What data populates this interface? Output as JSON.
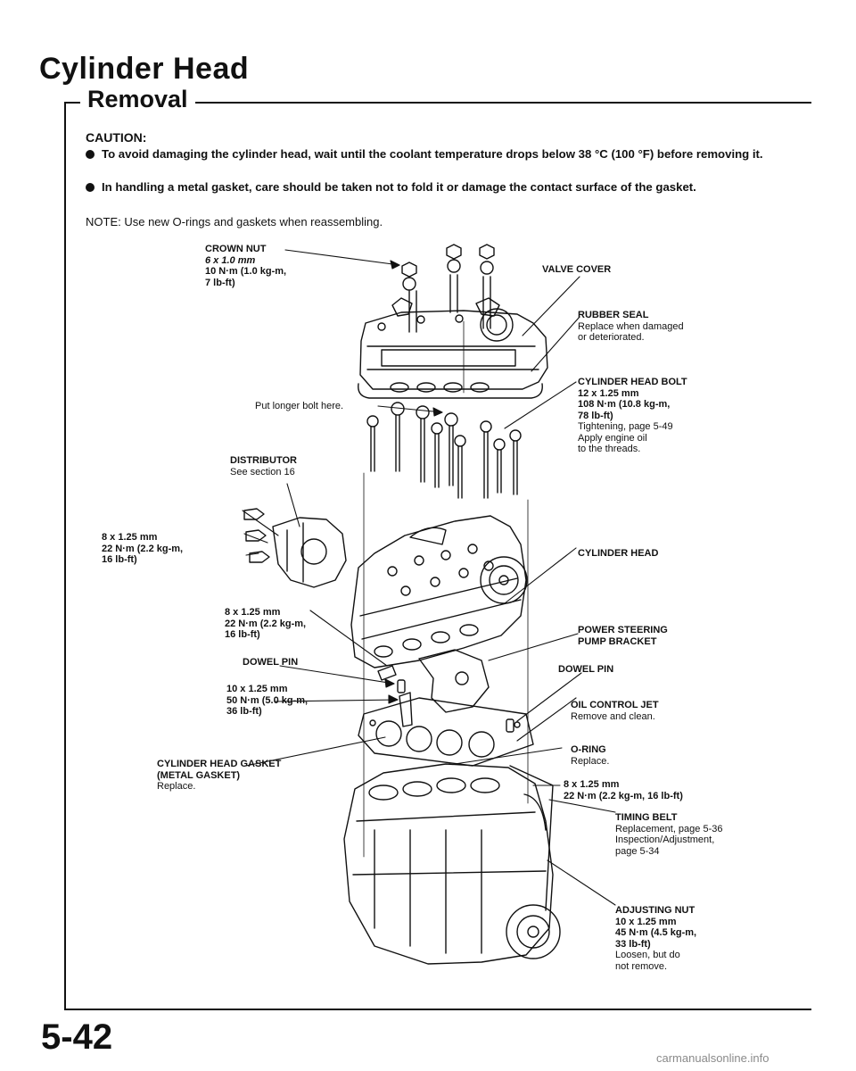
{
  "header": {
    "title": "Cylinder Head",
    "section": "Removal"
  },
  "caution": {
    "title": "CAUTION:",
    "items": [
      "To avoid damaging the cylinder head, wait until the coolant temperature drops below 38 °C (100 °F) before removing it.",
      "In handling a metal gasket, care should be taken not to fold it or damage the contact surface of the gasket."
    ]
  },
  "note": "NOTE: Use new O-rings and gaskets when reassembling.",
  "labels": {
    "crown_nut": {
      "title": "CROWN NUT",
      "spec": "6 x 1.0 mm",
      "torque1": "10 N·m (1.0 kg-m,",
      "torque2": "7 lb-ft)"
    },
    "valve_cover": {
      "title": "VALVE COVER"
    },
    "rubber_seal": {
      "title": "RUBBER SEAL",
      "line1": "Replace when damaged",
      "line2": "or deteriorated."
    },
    "head_bolt": {
      "title": "CYLINDER HEAD BOLT",
      "spec": "12 x 1.25 mm",
      "torque1": "108 N·m (10.8 kg-m,",
      "torque2": "78 lb-ft)",
      "line1": "Tightening, page 5-49",
      "line2": "Apply engine oil",
      "line3": "to the threads."
    },
    "longer_bolt": {
      "text": "Put longer bolt here."
    },
    "distributor": {
      "title": "DISTRIBUTOR",
      "line1": "See section 16"
    },
    "dist_bolt": {
      "spec": "8 x 1.25 mm",
      "torque1": "22 N·m (2.2 kg-m,",
      "torque2": "16 lb-ft)"
    },
    "cylinder_head": {
      "title": "CYLINDER HEAD"
    },
    "bracket_bolt": {
      "spec": "8 x 1.25 mm",
      "torque1": "22 N·m (2.2 kg-m,",
      "torque2": "16 lb-ft)"
    },
    "ps_bracket": {
      "line1": "POWER STEERING",
      "line2": "PUMP BRACKET"
    },
    "dowel_pin_left": {
      "title": "DOWEL PIN"
    },
    "dowel_pin_right": {
      "title": "DOWEL PIN"
    },
    "bolt_10": {
      "spec": "10 x 1.25 mm",
      "torque1": "50 N·m (5.0 kg-m,",
      "torque2": "36 lb-ft)"
    },
    "oil_jet": {
      "title": "OIL CONTROL JET",
      "line1": "Remove and clean."
    },
    "o_ring": {
      "title": "O-RING",
      "line1": "Replace."
    },
    "gasket": {
      "line1": "CYLINDER HEAD GASKET",
      "line2": "(METAL GASKET)",
      "line3": "Replace."
    },
    "bolt_8_right": {
      "spec": "8 x 1.25 mm",
      "torque1": "22 N·m (2.2 kg-m, 16 lb-ft)"
    },
    "timing_belt": {
      "title": "TIMING BELT",
      "line1": "Replacement, page 5-36",
      "line2": "Inspection/Adjustment,",
      "line3": "page 5-34"
    },
    "adjusting_nut": {
      "title": "ADJUSTING NUT",
      "spec": "10 x 1.25 mm",
      "torque1": "45 N·m (4.5 kg-m,",
      "torque2": "33 lb-ft)",
      "line1": "Loosen, but do",
      "line2": "not remove."
    }
  },
  "footer": {
    "page_number": "5-42",
    "watermark": "carmanualsonline.info"
  }
}
